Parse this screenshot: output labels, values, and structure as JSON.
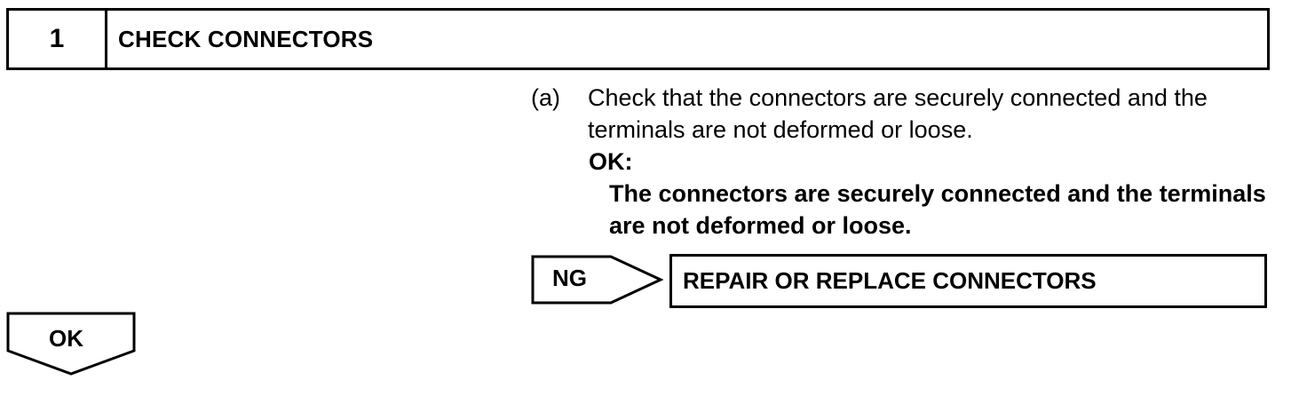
{
  "step": {
    "number": "1",
    "title": "CHECK CONNECTORS"
  },
  "instruction": {
    "label": "(a)",
    "text": "Check that the connectors are securely connected and the terminals are not deformed or loose."
  },
  "result": {
    "ok_heading": "OK:",
    "ok_detail": "The connectors are securely connected and the terminals are not deformed or loose."
  },
  "ng_branch": {
    "label": "NG",
    "action": "REPAIR OR REPLACE CONNECTORS"
  },
  "ok_branch": {
    "label": "OK"
  }
}
